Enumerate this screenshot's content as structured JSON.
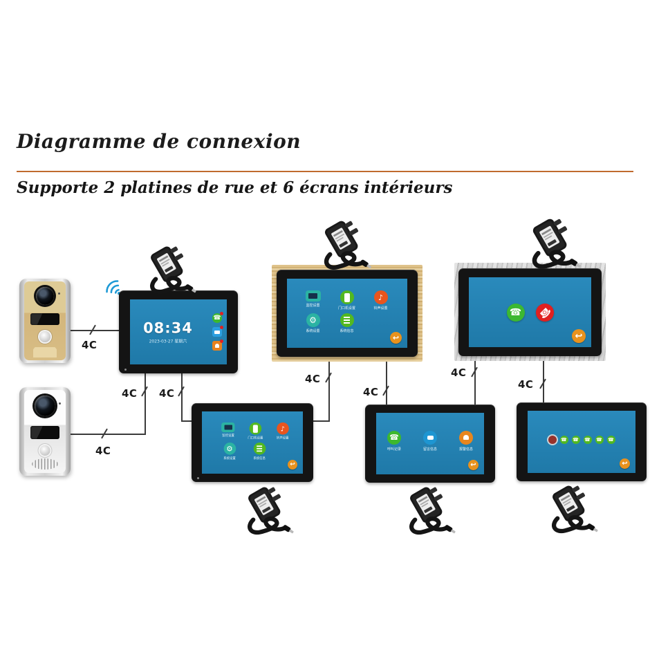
{
  "header": {
    "title": "Diagramme de connexion",
    "subtitle": "Supporte 2 platines de rue et 6 écrans intérieurs"
  },
  "wire_label": "4C",
  "clock": {
    "time": "08:34",
    "date": "2023-03-27 星期六"
  },
  "menu_items": [
    {
      "label": "监控设置"
    },
    {
      "label": "门口机设置"
    },
    {
      "label": "铃声设置"
    },
    {
      "label": "系统设置"
    },
    {
      "label": "系统信息"
    }
  ],
  "comm_items": [
    {
      "label": "呼叫记录"
    },
    {
      "label": "留言信息"
    },
    {
      "label": "报警信息"
    }
  ],
  "glyphs": {
    "phone": "☎",
    "back": "↩",
    "ringtone": "♪",
    "settings": "⚙"
  },
  "icons": {
    "wifi": "wifi-signal-arcs",
    "power_adapter": "wall-power-adapter-with-cable",
    "answer": "green-phone-circle",
    "hangup": "red-phone-circle",
    "back": "orange-return-arrow-circle"
  },
  "colors": {
    "rule_orange": "#c06a2e",
    "screen_blue": "#2382b4",
    "wire": "#3a3a3a",
    "green_icon": "#52b820",
    "teal_icon": "#2bb3a3",
    "red_icon": "#e02020",
    "orange_icon": "#e8861e",
    "blue_icon": "#1e96d2",
    "back_orange": "#e8921e",
    "doorbell_gold": "#d8bd85",
    "wifi_blue": "#1e9ad6"
  }
}
